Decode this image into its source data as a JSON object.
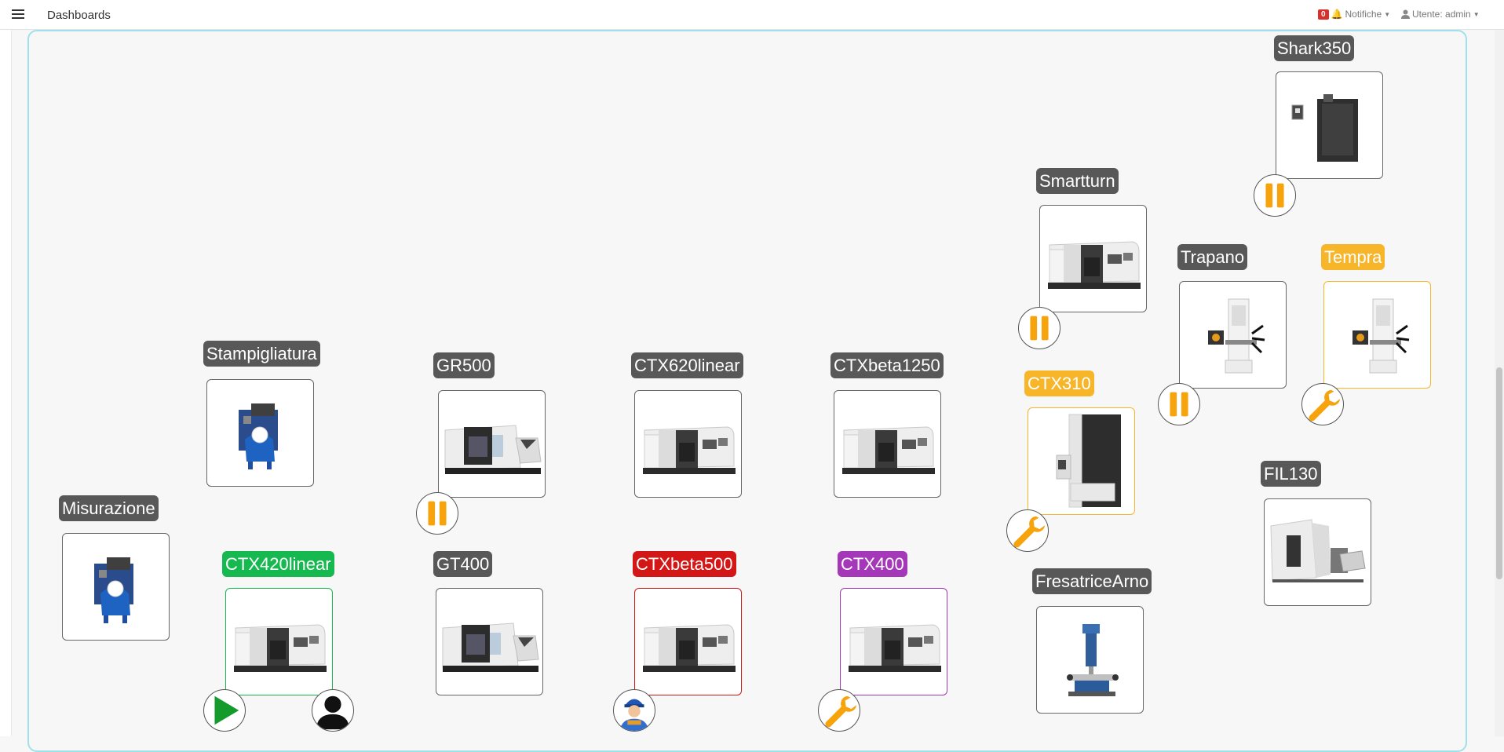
{
  "header": {
    "title": "Dashboards",
    "notifications_count": "0",
    "notifications_label": "Notifiche",
    "user_label": "Utente: admin"
  },
  "machines": {
    "shark350": {
      "name": "Shark350",
      "status": "pause"
    },
    "smartturn": {
      "name": "Smartturn",
      "status": "pause"
    },
    "trapano": {
      "name": "Trapano",
      "status": "pause"
    },
    "tempra": {
      "name": "Tempra",
      "status": "maintenance"
    },
    "ctx310": {
      "name": "CTX310",
      "status": "maintenance"
    },
    "stampigliatura": {
      "name": "Stampigliatura",
      "status": "none"
    },
    "gr500": {
      "name": "GR500",
      "status": "pause"
    },
    "ctx620linear": {
      "name": "CTX620linear",
      "status": "none"
    },
    "ctxbeta1250": {
      "name": "CTXbeta1250",
      "status": "none"
    },
    "fil130": {
      "name": "FIL130",
      "status": "none"
    },
    "misurazione": {
      "name": "Misurazione",
      "status": "none"
    },
    "ctx420linear": {
      "name": "CTX420linear",
      "status": "running"
    },
    "gt400": {
      "name": "GT400",
      "status": "none"
    },
    "ctxbeta500": {
      "name": "CTXbeta500",
      "status": "operator"
    },
    "ctx400": {
      "name": "CTX400",
      "status": "maintenance"
    },
    "fresatricearno": {
      "name": "FresatriceArno",
      "status": "none"
    }
  },
  "colors": {
    "default_label": "#585858",
    "orange": "#f7b529",
    "green": "#16b94f",
    "red": "#d31717",
    "purple": "#a537b9",
    "panel_border": "#9fe0ea"
  },
  "icons": {
    "pause": "pause-icon",
    "maintenance": "wrench-icon",
    "running": "play-icon",
    "user": "user-icon",
    "operator": "operator-icon"
  }
}
